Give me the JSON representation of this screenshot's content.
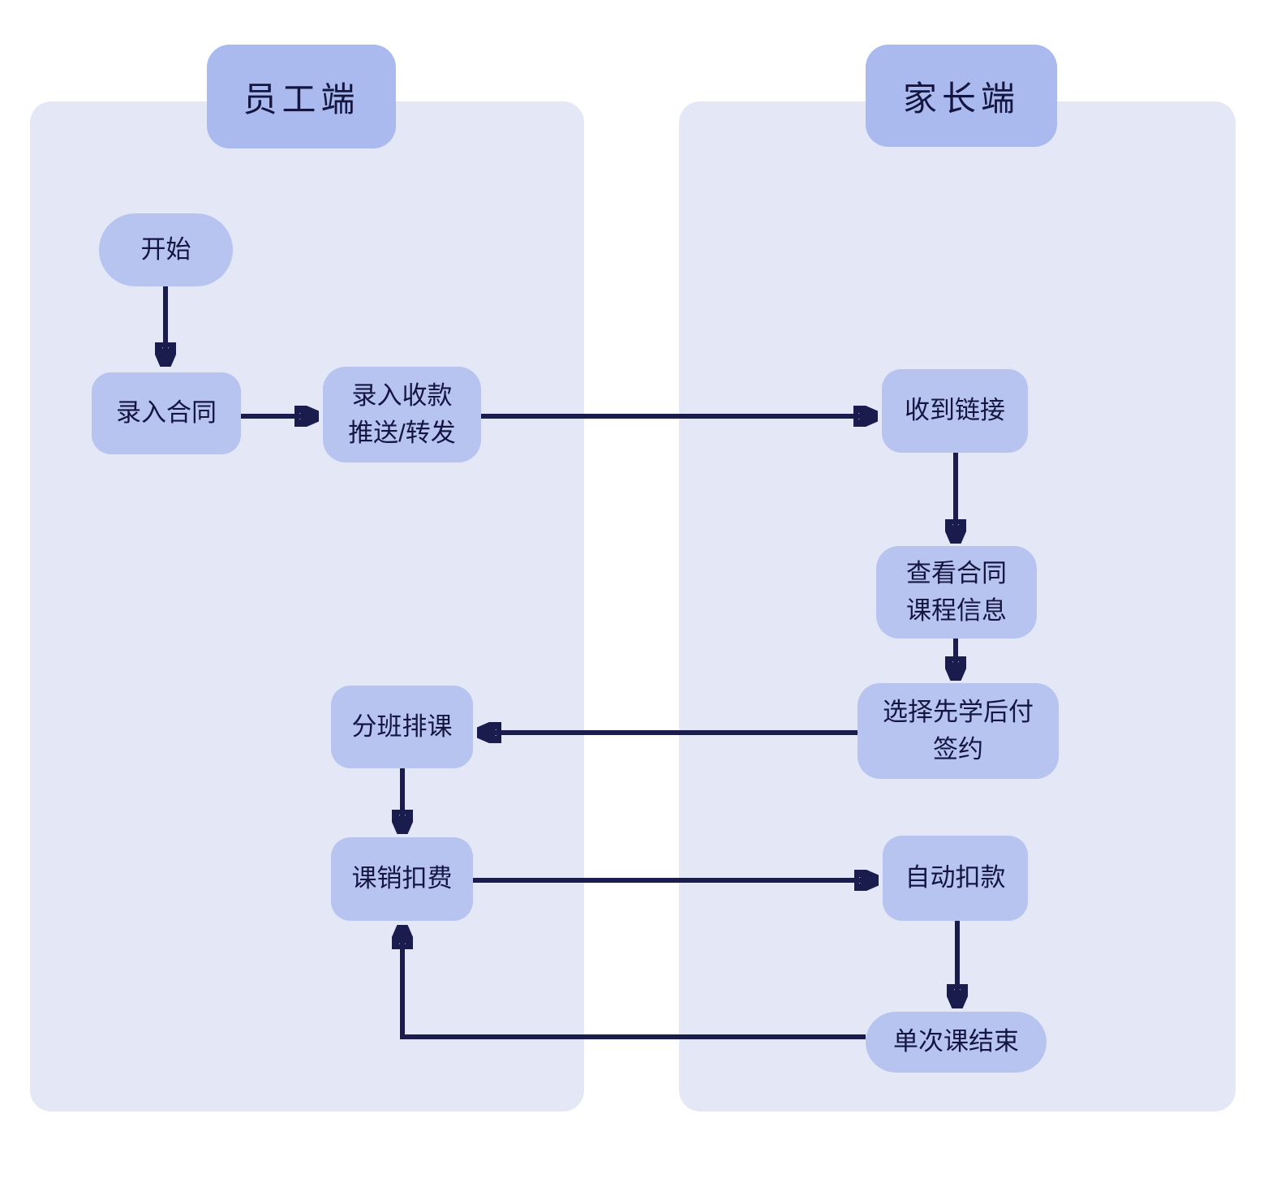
{
  "diagram": {
    "type": "flowchart-swimlane",
    "lanes": [
      {
        "id": "staff",
        "label": "员工端"
      },
      {
        "id": "parent",
        "label": "家长端"
      }
    ],
    "nodes": {
      "start": {
        "label": "开始",
        "shape": "pill",
        "lane": "staff"
      },
      "enter_contract": {
        "label": "录入合同",
        "shape": "rounded-rect",
        "lane": "staff"
      },
      "enter_payment": {
        "label": "录入收款\n推送/转发",
        "shape": "rounded-rect",
        "lane": "staff"
      },
      "receive_link": {
        "label": "收到链接",
        "shape": "rounded-rect",
        "lane": "parent"
      },
      "view_contract": {
        "label": "查看合同\n课程信息",
        "shape": "rounded-rect",
        "lane": "parent"
      },
      "sign_pay_later": {
        "label": "选择先学后付\n签约",
        "shape": "rounded-rect",
        "lane": "parent"
      },
      "assign_class": {
        "label": "分班排课",
        "shape": "rounded-rect",
        "lane": "staff"
      },
      "course_deduction": {
        "label": "课销扣费",
        "shape": "rounded-rect",
        "lane": "staff"
      },
      "auto_deduct": {
        "label": "自动扣款",
        "shape": "rounded-rect",
        "lane": "parent"
      },
      "lesson_end": {
        "label": "单次课结束",
        "shape": "pill",
        "lane": "parent"
      }
    },
    "edges": [
      {
        "from": "start",
        "to": "enter_contract"
      },
      {
        "from": "enter_contract",
        "to": "enter_payment"
      },
      {
        "from": "enter_payment",
        "to": "receive_link"
      },
      {
        "from": "receive_link",
        "to": "view_contract"
      },
      {
        "from": "view_contract",
        "to": "sign_pay_later"
      },
      {
        "from": "sign_pay_later",
        "to": "assign_class"
      },
      {
        "from": "assign_class",
        "to": "course_deduction"
      },
      {
        "from": "course_deduction",
        "to": "auto_deduct"
      },
      {
        "from": "auto_deduct",
        "to": "lesson_end"
      },
      {
        "from": "lesson_end",
        "to": "course_deduction"
      }
    ],
    "colors": {
      "canvas_bg": "#ffffff",
      "lane_bg": "#e3e7f6",
      "node_fill": "#b8c4f0",
      "header_fill": "#aab9ee",
      "line": "#1b1c4e",
      "text": "#15163f"
    }
  }
}
